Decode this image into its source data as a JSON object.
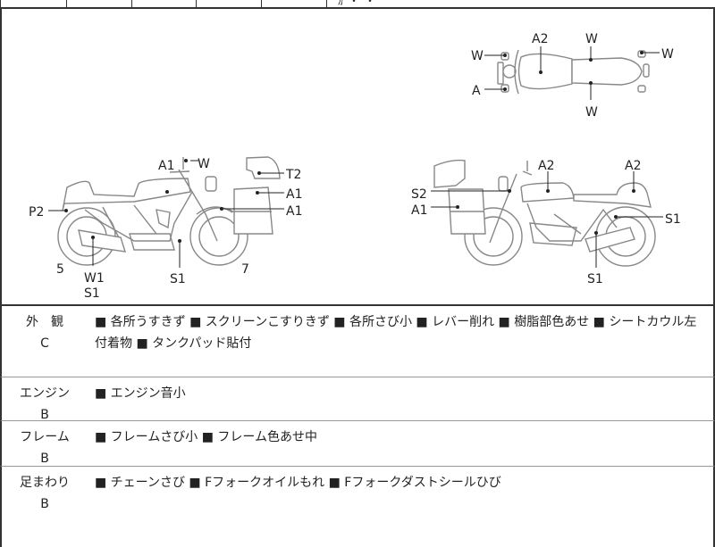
{
  "top_strip": {
    "partial_text": "ｶﾞ・ﾞ・ﾞ"
  },
  "diagram": {
    "left_bike": {
      "labels": [
        "A1",
        "W",
        "T2",
        "A1",
        "A1",
        "P2",
        "5",
        "W1",
        "S1",
        "S1",
        "7"
      ]
    },
    "top_view": {
      "labels": [
        "A2",
        "W",
        "W",
        "W",
        "A",
        "W"
      ]
    },
    "right_bike": {
      "labels": [
        "A2",
        "A2",
        "S2",
        "A1",
        "S1",
        "S1"
      ]
    }
  },
  "rows": [
    {
      "category": "外　観",
      "grade": "C",
      "text": "■ 各所うすきず ■ スクリーンこすりきず ■ 各所さび小 ■ レバー削れ ■ 樹脂部色あせ ■ シートカウル左付着物 ■ タンクパッド貼付"
    },
    {
      "category": "エンジン",
      "grade": "B",
      "text": "■ エンジン音小"
    },
    {
      "category": "フレーム",
      "grade": "B",
      "text": "■ フレームさび小 ■ フレーム色あせ中"
    },
    {
      "category": "足まわり",
      "grade": "B",
      "text": "■ チェーンさび ■ Fフォークオイルもれ ■ Fフォークダストシールひび"
    }
  ]
}
